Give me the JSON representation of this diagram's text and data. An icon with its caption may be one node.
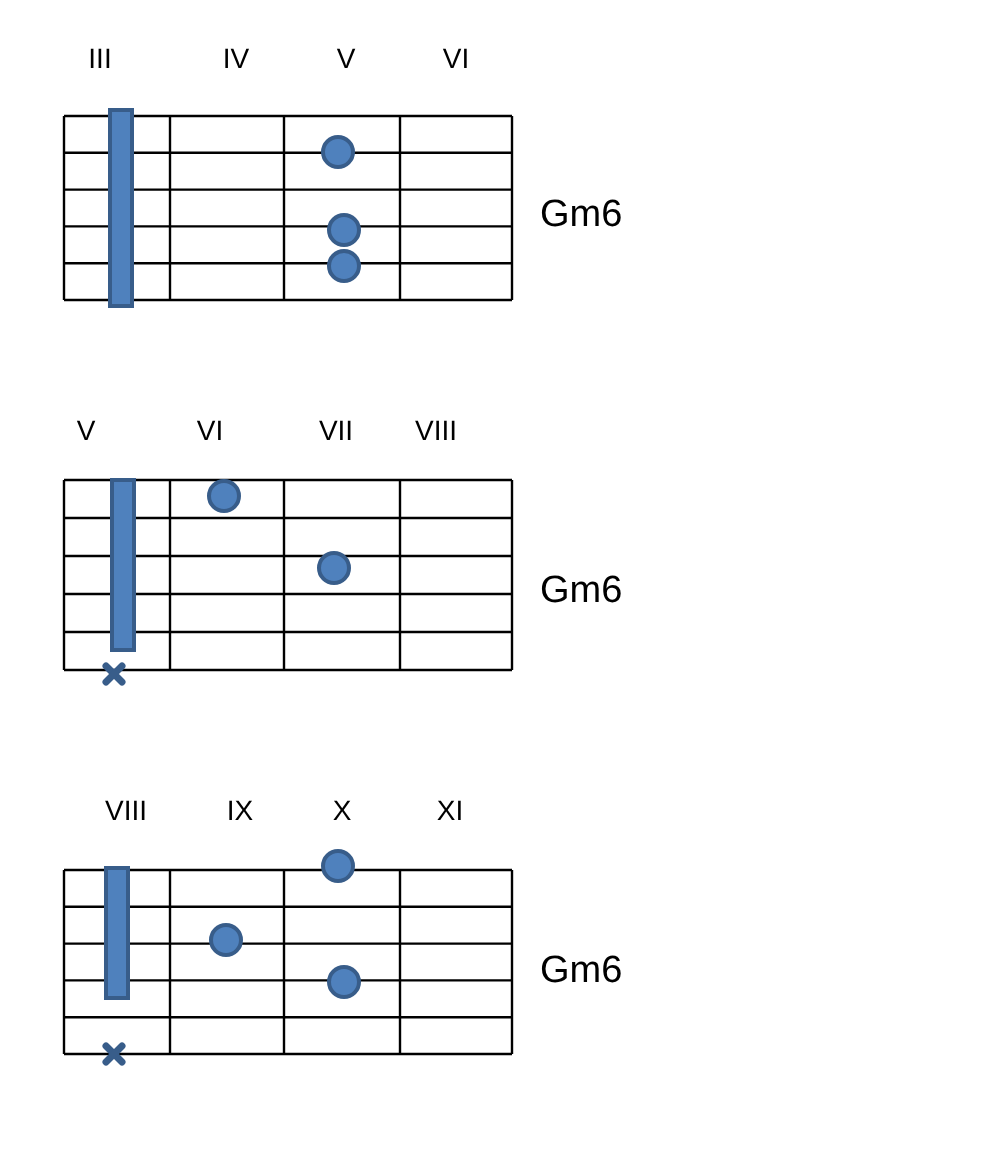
{
  "diagram": {
    "labels": [
      "III",
      "IV",
      "V",
      "VI",
      "Gm6",
      "V",
      "VI",
      "VII",
      "VIII",
      "Gm6",
      "VIII",
      "IX",
      "X",
      "XI",
      "Gm6"
    ]
  }
}
